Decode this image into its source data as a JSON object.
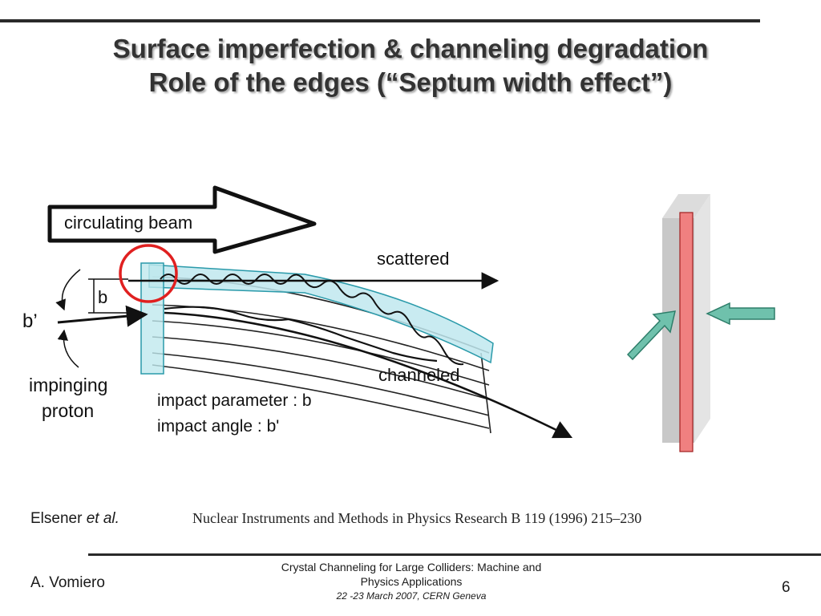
{
  "slide": {
    "title_line1": "Surface imperfection & channeling degradation",
    "title_line2": "Role of the edges (“Septum width effect”)",
    "page_number": "6"
  },
  "figure": {
    "beam_label": "circulating beam",
    "scattered_label": "scattered",
    "channeled_label": "channeled",
    "b_label": "b",
    "b_prime_label": "b’",
    "impinging_label_line1": "impinging",
    "impinging_label_line2": "proton",
    "impact_parameter_label": "impact parameter : b",
    "impact_angle_label": "impact angle : b'"
  },
  "citation": {
    "author": "Elsener",
    "author_suffix": "et al.",
    "journal": "Nuclear Instruments and Methods in Physics Research B 119 (1996) 215–230"
  },
  "footer": {
    "presenter": "A. Vomiero",
    "conference_line1": "Crystal Channeling for Large Colliders: Machine and",
    "conference_line2": "Physics Applications",
    "conference_dates": "22 -23  March 2007, CERN Geneva"
  },
  "colors": {
    "highlight_fill": "#bfe8ee",
    "highlight_circle": "#e02020",
    "septum_red": "#f08080",
    "slab_gray": "#c8c8c8",
    "arrow_teal": "#6fc1ac"
  }
}
